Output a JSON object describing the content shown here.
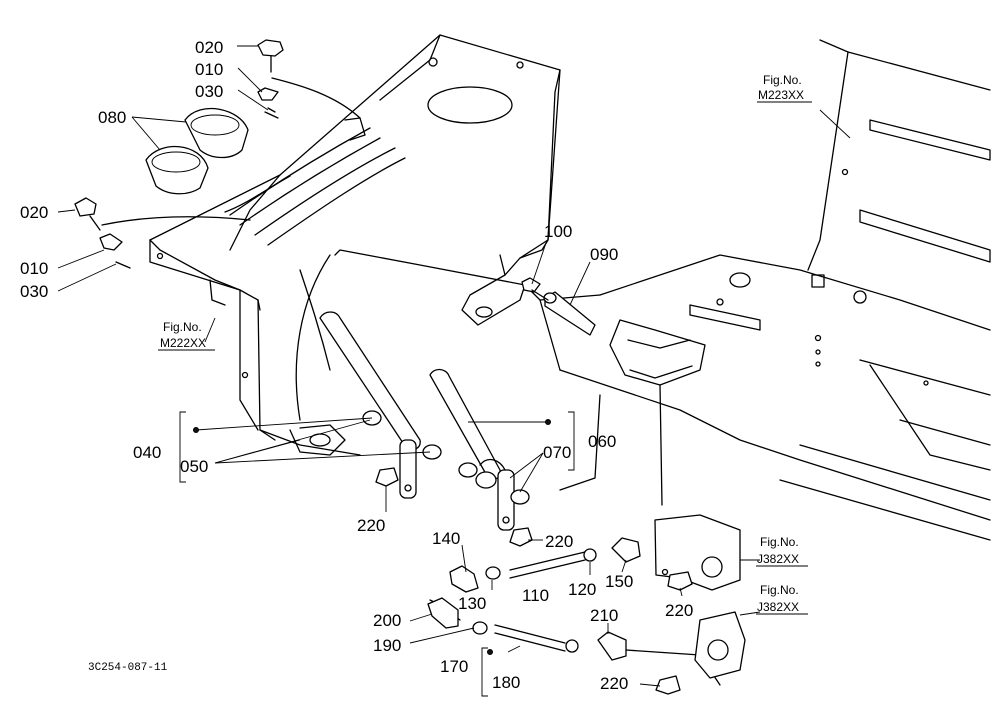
{
  "parts": {
    "p020a": "020",
    "p010a": "010",
    "p030a": "030",
    "p080": "080",
    "p020b": "020",
    "p010b": "010",
    "p030b": "030",
    "p100": "100",
    "p090": "090",
    "p040": "040",
    "p050": "050",
    "p070": "070",
    "p060": "060",
    "p220a": "220",
    "p140": "140",
    "p220b": "220",
    "p130": "130",
    "p110": "110",
    "p120": "120",
    "p150": "150",
    "p220c": "220",
    "p200": "200",
    "p210": "210",
    "p190": "190",
    "p170": "170",
    "p180": "180",
    "p220d": "220"
  },
  "refs": {
    "m223_top": "Fig.No.",
    "m223_bot": "M223XX",
    "m222_top": "Fig.No.",
    "m222_bot": "M222XX",
    "j382a_top": "Fig.No.",
    "j382a_bot": "J382XX",
    "j382b_top": "Fig.No.",
    "j382b_bot": "J382XX"
  },
  "drawing_code": "3C254-087-11"
}
